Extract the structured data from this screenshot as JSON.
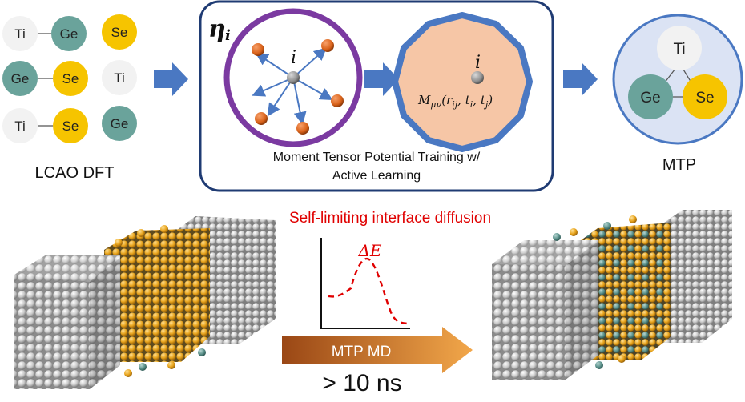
{
  "colors": {
    "ti": "#f2f2f2",
    "ge": "#6aa39b",
    "se": "#f6c400",
    "arrow_blue": "#4a78c2",
    "frame_navy": "#1f3b73",
    "purple": "#7b3aa1",
    "peach": "#f6c6a6",
    "orange_atom": "#d9621a",
    "red_text": "#e00000",
    "md_arrow_dark": "#9a4715",
    "md_arrow_light": "#f2a74a",
    "mtp_disk": "#dbe3f4"
  },
  "dft": {
    "label": "LCAO DFT",
    "row1": {
      "a": "Ti",
      "b": "Ge",
      "c": "Se"
    },
    "row2": {
      "a": "Ge",
      "b": "Se",
      "c": "Ti"
    },
    "row3": {
      "a": "Ti",
      "b": "Se",
      "c": "Ge"
    }
  },
  "training": {
    "eta_symbol": "η",
    "eta_sub": "i",
    "atom_label": "i",
    "tensor_M": "M",
    "tensor_sub": "μν",
    "tensor_args": "(r",
    "tensor_r_sub": "ij",
    "tensor_comma1": ", t",
    "tensor_t1_sub": "i",
    "tensor_comma2": ", t",
    "tensor_t2_sub": "j",
    "tensor_close": ")",
    "caption_line1": "Moment Tensor Potential Training w/",
    "caption_line2": "Active Learning"
  },
  "mtp": {
    "label": "MTP",
    "ti": "Ti",
    "ge": "Ge",
    "se": "Se"
  },
  "simulation": {
    "title": "Self-limiting interface diffusion",
    "energy_label": "ΔE",
    "md_label": "MTP MD",
    "time_label": "> 10 ns"
  }
}
